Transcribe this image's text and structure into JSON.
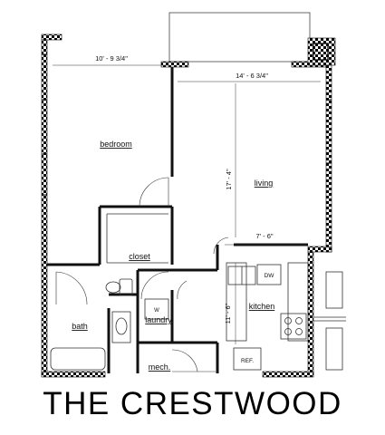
{
  "plan_name": "THE CRESTWOOD",
  "rooms": {
    "bedroom": "bedroom",
    "living": "living",
    "closet": "closet",
    "bath": "bath",
    "laundry": "laundry",
    "kitchen": "kitchen",
    "mech": "mech."
  },
  "dimensions": {
    "bedroom_width": "10' - 9 3/4\"",
    "living_width": "14' - 6 3/4\"",
    "living_depth": "17' - 4\"",
    "kitchen_width": "7' - 6\"",
    "kitchen_depth": "11' - 6\""
  },
  "appliances": {
    "dishwasher": "DW",
    "refrigerator": "REF.",
    "washer": "W"
  }
}
